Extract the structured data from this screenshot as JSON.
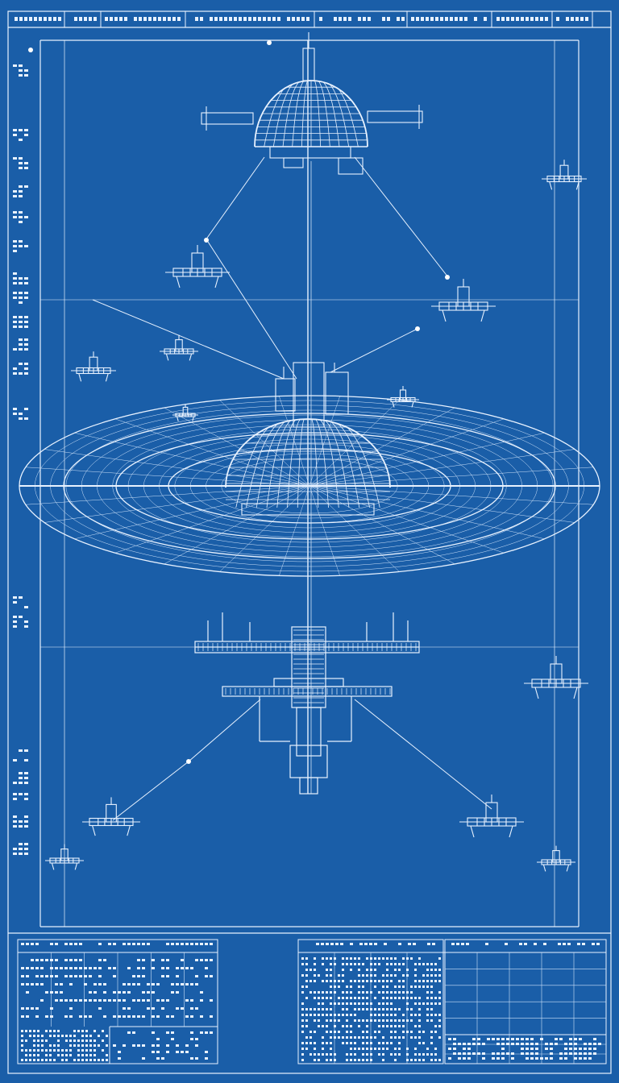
{
  "sheet": {
    "background": "#1a5ea8",
    "line_color": "#e8f2ff",
    "faint_line_color": "#9cc3ec"
  },
  "structures": [
    {
      "name": "upper-dome-module",
      "kind": "dome"
    },
    {
      "name": "central-mast",
      "kind": "mast"
    },
    {
      "name": "main-ring-platform",
      "kind": "ring"
    },
    {
      "name": "central-dome",
      "kind": "dome"
    },
    {
      "name": "lower-truss-assembly",
      "kind": "truss"
    },
    {
      "name": "satellite-modules",
      "count": 12
    }
  ],
  "title_block": {
    "header_cells": 8,
    "table_panels": 3
  }
}
